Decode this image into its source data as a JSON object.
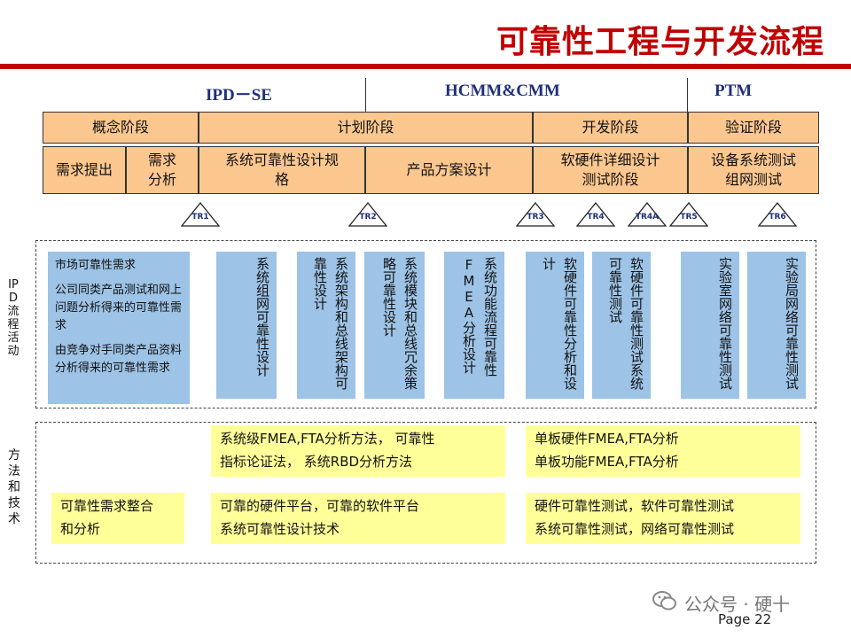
{
  "title": "可靠性工程与开发流程",
  "sections": [
    "IPD－SE",
    "HCMM&CMM",
    "PTM"
  ],
  "phases": [
    "概念阶段",
    "计划阶段",
    "开发阶段",
    "验证阶段"
  ],
  "subphases": [
    "需求提出",
    "需求\n分析",
    "系统可靠性设计规\n格",
    "产品方案设计",
    "软硬件详细设计\n测试阶段",
    "设备系统测试\n组网测试"
  ],
  "tr_points": [
    "TR1",
    "TR2",
    "TR3",
    "TR4",
    "TR4A",
    "TR5",
    "TR6"
  ],
  "ipd_label": "IPD流程活动",
  "method_label": "方法和技术",
  "activities": {
    "left_lines": [
      "市场可靠性需求",
      "公司同类产品测试和网上问题分析得来的可靠性需求",
      "由竞争对手同类产品资料分析得来的可靠性需求"
    ],
    "cols": [
      "系统组网可靠性设计",
      "系统架构和总线架构可靠性设计",
      "系统模块和总线冗余策略可靠性设计",
      "系统功能流程可靠性FMEA分析设计",
      "软硬件可靠性分析和设计",
      "软硬件可靠性测试系统可靠性测试",
      "实验室网络可靠性测试",
      "实验局网络可靠性测试"
    ]
  },
  "methods": {
    "fmea_system": "系统级FMEA,FTA分析方法， 可靠性\n指标论证法， 系统RBD分析方法",
    "fmea_board": "单板硬件FMEA,FTA分析\n单板功能FMEA,FTA分析",
    "req_integration": "可靠性需求整合\n和分析",
    "platform": "可靠的硬件平台，可靠的软件平台\n系统可靠性设计技术",
    "testing": "硬件可靠性测试，软件可靠性测试\n系统可靠性测试，网络可靠性测试"
  },
  "watermark": "公众号 · 硬十",
  "page_label": "Page 22"
}
